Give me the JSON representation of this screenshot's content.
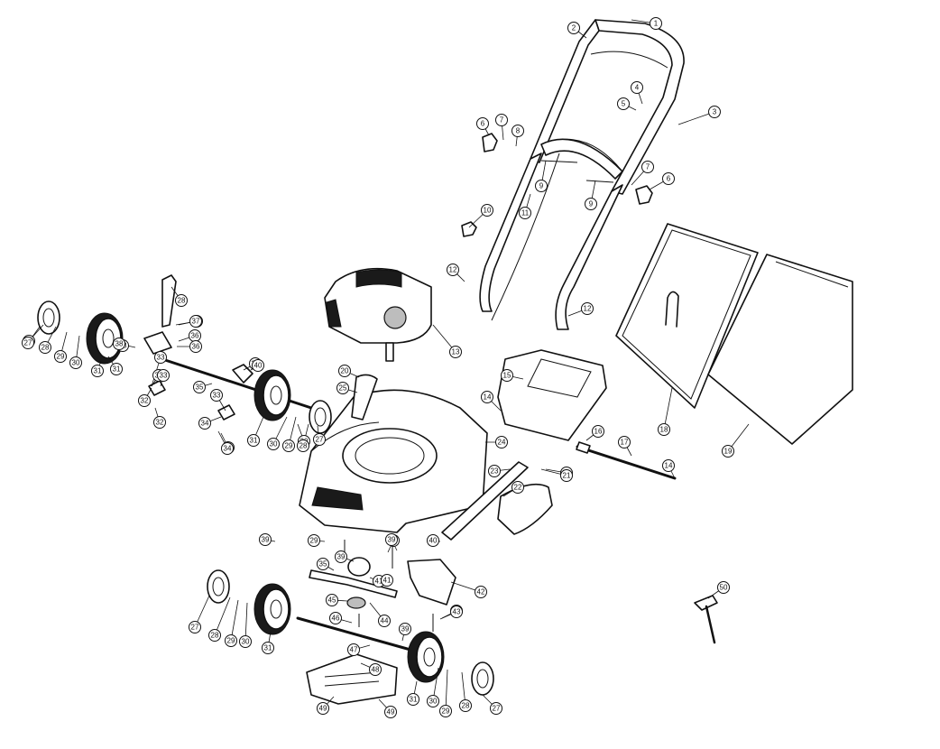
{
  "parts": [
    {
      "num": "1"
    },
    {
      "num": "2"
    },
    {
      "num": "3"
    },
    {
      "num": "4"
    },
    {
      "num": "5"
    },
    {
      "num": "6"
    },
    {
      "num": "7"
    },
    {
      "num": "8"
    },
    {
      "num": "9"
    },
    {
      "num": "9"
    },
    {
      "num": "7"
    },
    {
      "num": "6"
    },
    {
      "num": "11"
    },
    {
      "num": "10"
    },
    {
      "num": "12"
    },
    {
      "num": "12"
    },
    {
      "num": "13"
    },
    {
      "num": "14"
    },
    {
      "num": "15"
    },
    {
      "num": "16"
    },
    {
      "num": "17"
    },
    {
      "num": "14"
    },
    {
      "num": "18"
    },
    {
      "num": "19"
    },
    {
      "num": "20"
    },
    {
      "num": "21"
    },
    {
      "num": "22"
    },
    {
      "num": "23"
    },
    {
      "num": "24"
    },
    {
      "num": "25"
    },
    {
      "num": "26"
    },
    {
      "num": "27"
    },
    {
      "num": "28"
    },
    {
      "num": "29"
    },
    {
      "num": "30"
    },
    {
      "num": "31"
    },
    {
      "num": "32"
    },
    {
      "num": "33"
    },
    {
      "num": "34"
    },
    {
      "num": "35"
    },
    {
      "num": "36"
    },
    {
      "num": "37"
    },
    {
      "num": "38"
    },
    {
      "num": "39"
    },
    {
      "num": "40"
    },
    {
      "num": "41"
    },
    {
      "num": "42"
    },
    {
      "num": "43"
    },
    {
      "num": "44"
    },
    {
      "num": "45"
    },
    {
      "num": "46"
    },
    {
      "num": "47"
    },
    {
      "num": "48"
    },
    {
      "num": "49"
    },
    {
      "num": "49"
    },
    {
      "num": "50"
    },
    {
      "num": "27"
    },
    {
      "num": "28"
    },
    {
      "num": "29"
    },
    {
      "num": "30"
    },
    {
      "num": "31"
    },
    {
      "num": "27"
    },
    {
      "num": "28"
    },
    {
      "num": "29"
    },
    {
      "num": "30"
    },
    {
      "num": "31"
    },
    {
      "num": "27"
    },
    {
      "num": "28"
    },
    {
      "num": "29"
    },
    {
      "num": "30"
    },
    {
      "num": "31"
    },
    {
      "num": "27"
    },
    {
      "num": "28"
    },
    {
      "num": "29"
    },
    {
      "num": "30"
    },
    {
      "num": "31"
    },
    {
      "num": "32"
    },
    {
      "num": "33"
    },
    {
      "num": "34"
    },
    {
      "num": "32"
    },
    {
      "num": "33"
    },
    {
      "num": "34"
    },
    {
      "num": "35"
    },
    {
      "num": "36"
    },
    {
      "num": "36"
    },
    {
      "num": "37"
    },
    {
      "num": "38"
    },
    {
      "num": "39"
    },
    {
      "num": "39"
    },
    {
      "num": "39"
    },
    {
      "num": "40"
    },
    {
      "num": "41"
    },
    {
      "num": "43"
    },
    {
      "num": "21"
    }
  ]
}
